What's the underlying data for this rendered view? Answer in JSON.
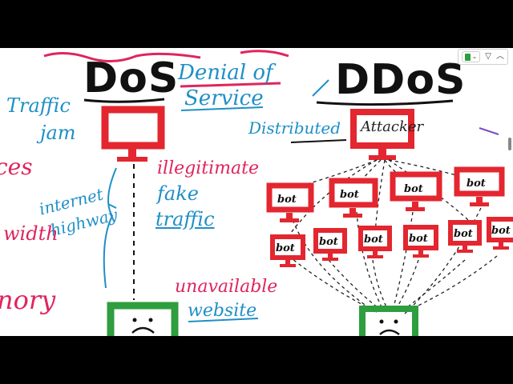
{
  "labels": {
    "dos": "DoS",
    "ddos": "DDoS",
    "denial": "Denial of",
    "service": "Service",
    "traffic": "Traffic",
    "jam": "jam",
    "distributed": "Distributed",
    "attacker": "Attacker",
    "illegitimate": "illegitimate",
    "fake": "fake",
    "traffic2": "traffic",
    "internet": "internet",
    "highway": "highway",
    "unavailable": "unavailable",
    "website": "website",
    "left_ces": "ces",
    "left_width": "width",
    "left_nory": "nory",
    "bot": "bot"
  },
  "bots": {
    "row1": [
      "bot",
      "bot",
      "bot",
      "bot"
    ],
    "row2": [
      "bot",
      "bot",
      "bot",
      "bot",
      "bot",
      "bot"
    ]
  },
  "icons": {
    "pill": "green-box-icon",
    "chevron": "chevron-down-icon",
    "menu": "triangle-down-icon",
    "collapse": "chevron-up-icon"
  },
  "colors": {
    "red": "#e3262f",
    "green": "#2e9e3e",
    "blue": "#1f8fc7",
    "pink": "#e0245e"
  }
}
